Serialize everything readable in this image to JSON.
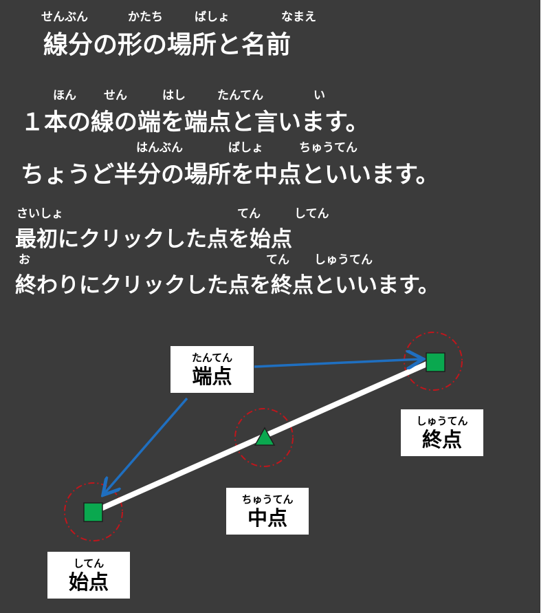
{
  "title": {
    "text": "線分の形の場所と名前",
    "ruby": [
      "せんぶん",
      "かたち",
      "ばしょ",
      "なまえ"
    ]
  },
  "lines": [
    {
      "text": "１本の線の端を端点と言います。",
      "ruby": [
        "ほん",
        "せん",
        "はし",
        "たんてん",
        "い"
      ]
    },
    {
      "text": "ちょうど半分の場所を中点といいます。",
      "ruby": [
        "はんぶん",
        "ばしょ",
        "ちゅうてん"
      ]
    },
    {
      "text": "最初にクリックした点を始点",
      "ruby": [
        "さいしょ",
        "てん",
        "してん"
      ]
    },
    {
      "text": "終わりにクリックした点を終点といいます。",
      "ruby": [
        "お",
        "てん",
        "しゅうてん"
      ]
    }
  ],
  "labels": {
    "endpoint": {
      "main": "端点",
      "ruby": "たんてん"
    },
    "terminal": {
      "main": "終点",
      "ruby": "しゅうてん"
    },
    "midpoint": {
      "main": "中点",
      "ruby": "ちゅうてん"
    },
    "start": {
      "main": "始点",
      "ruby": "してん"
    }
  },
  "colors": {
    "background": "#3b3b3b",
    "segment": "#ffffff",
    "marker": "#0aa84f",
    "arrow": "#1f6fc0",
    "circle": "#c0161c"
  },
  "icons": {
    "start_marker": "green-square-icon",
    "end_marker": "green-square-icon",
    "mid_marker": "green-triangle-icon"
  }
}
